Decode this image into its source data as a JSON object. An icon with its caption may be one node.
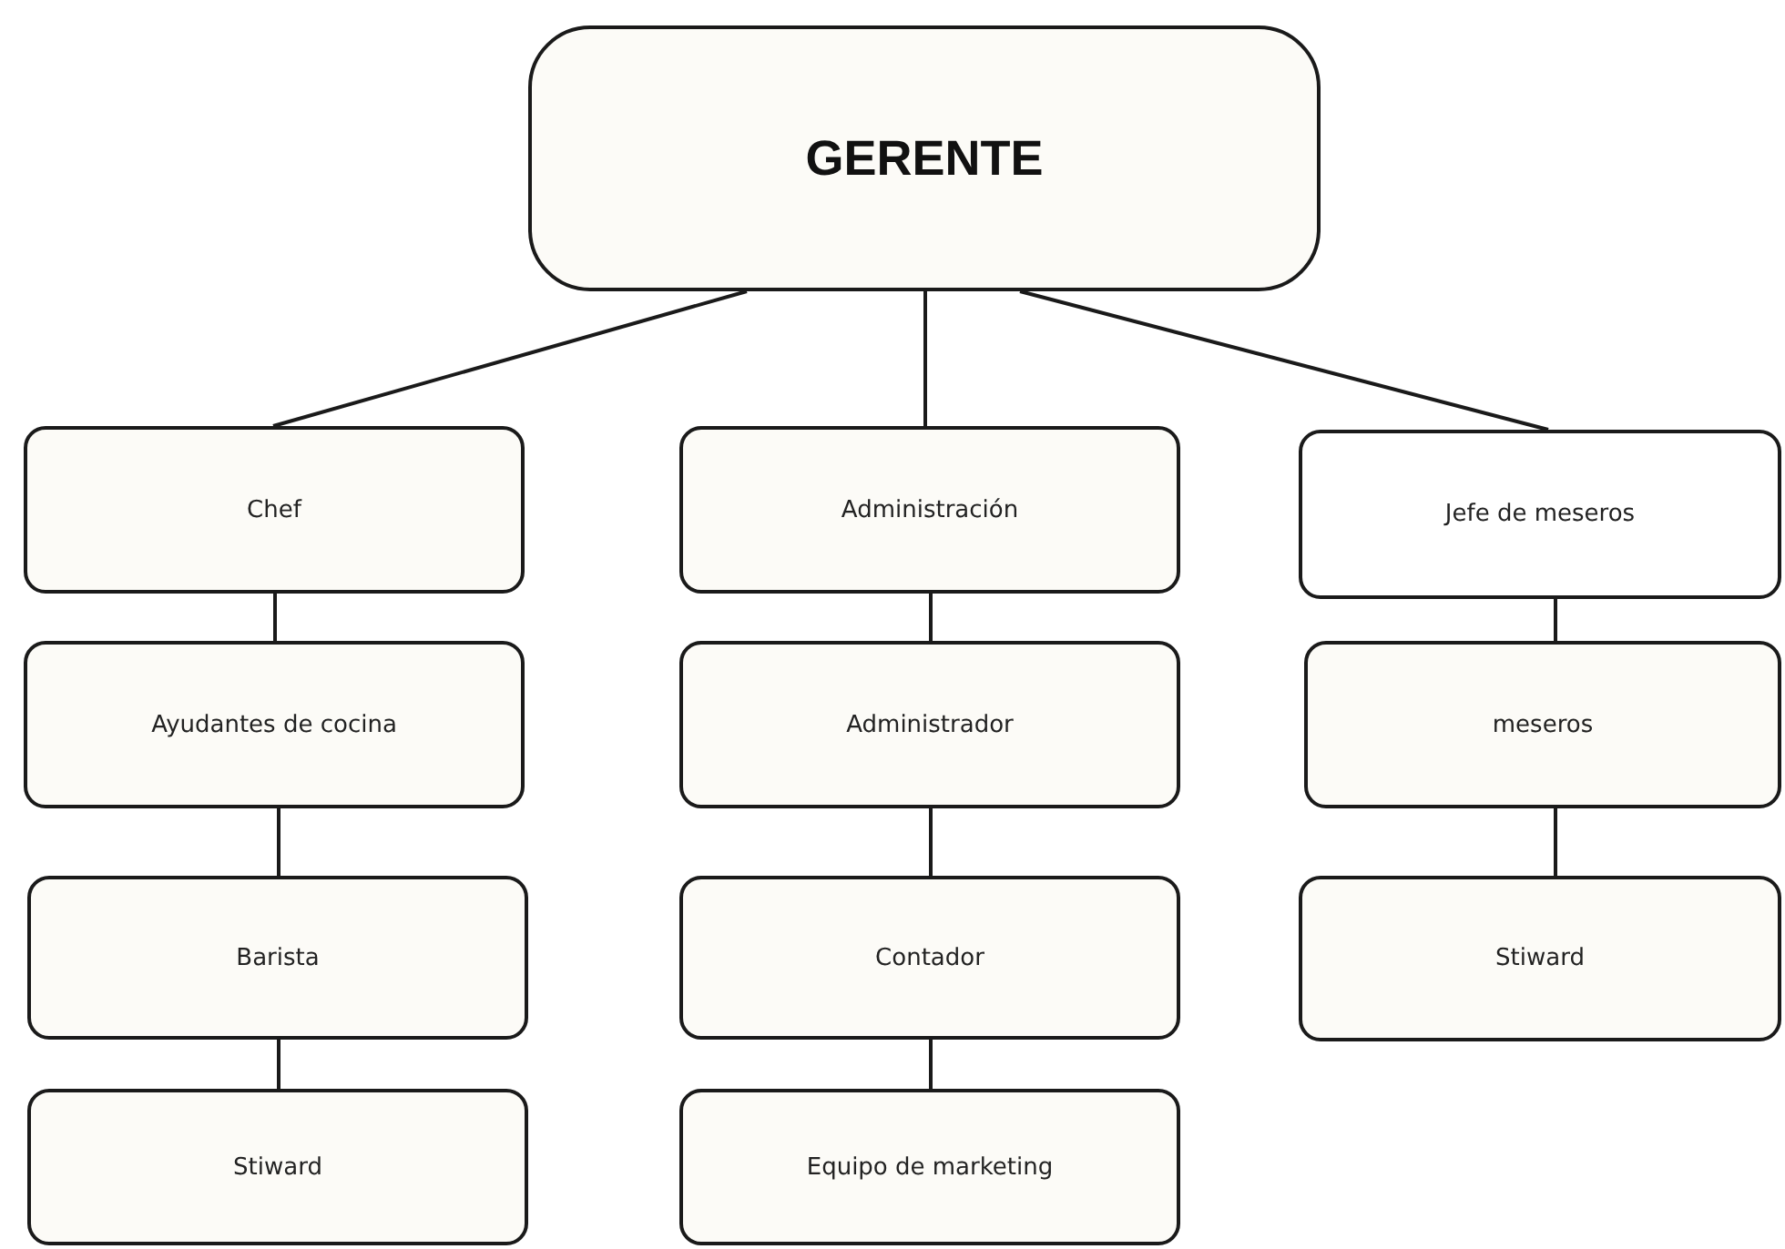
{
  "diagram": {
    "nodes": [
      {
        "text": [
          "GERENTE"
        ]
      },
      {
        "text": [
          "Chef"
        ]
      },
      {
        "text": [
          "Ayudantes de cocina"
        ]
      },
      {
        "text": [
          "Barista"
        ]
      },
      {
        "text": [
          "Stiward"
        ]
      },
      {
        "text": [
          "Administración"
        ]
      },
      {
        "text": [
          "Administrador"
        ]
      },
      {
        "text": [
          "Contador"
        ]
      },
      {
        "text": [
          "Equipo de marketing"
        ]
      },
      {
        "text": [
          "Jefe de meseros"
        ]
      },
      {
        "text": [
          "meseros"
        ]
      },
      {
        "text": [
          "Stiward"
        ]
      }
    ],
    "edges": [
      {
        "from": 0,
        "to": 1,
        "arrow": "none"
      },
      {
        "from": 0,
        "to": 5,
        "arrow": "none"
      },
      {
        "from": 0,
        "to": 9,
        "arrow": "none"
      },
      {
        "from": 1,
        "to": 2,
        "arrow": "none"
      },
      {
        "from": 2,
        "to": 3,
        "arrow": "none"
      },
      {
        "from": 3,
        "to": 4,
        "arrow": "none"
      },
      {
        "from": 5,
        "to": 6,
        "arrow": "none"
      },
      {
        "from": 6,
        "to": 7,
        "arrow": "none"
      },
      {
        "from": 7,
        "to": 8,
        "arrow": "none"
      },
      {
        "from": 9,
        "to": 10,
        "arrow": "none"
      },
      {
        "from": 10,
        "to": 11,
        "arrow": "none"
      }
    ]
  }
}
